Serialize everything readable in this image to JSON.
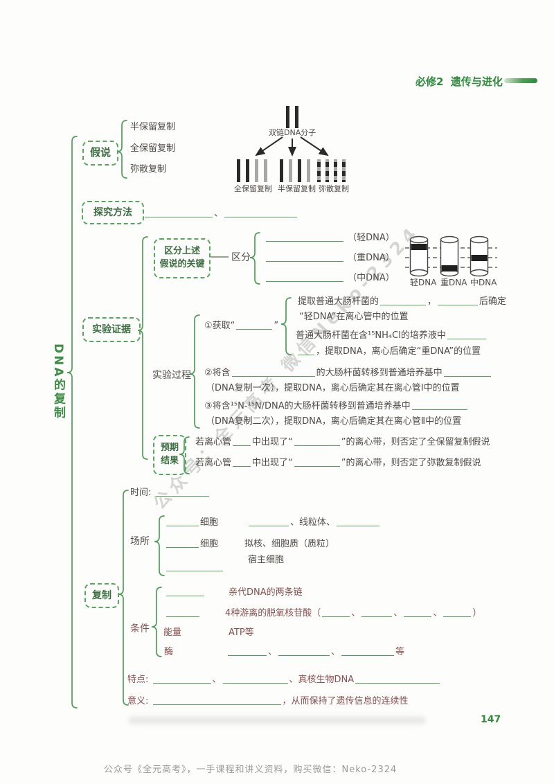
{
  "header": {
    "volume": "必修2",
    "subject": "遗传与进化"
  },
  "side_title": "DNA的复制",
  "top_diagram": {
    "parent_label": "双链DNA分子",
    "model_labels": [
      "全保留复制",
      "半保留复制",
      "弥散复制"
    ]
  },
  "hypothesis": {
    "box": "假说",
    "items": [
      "半保留复制",
      "全保留复制",
      "弥散复制"
    ]
  },
  "method": {
    "box": "探究方法",
    "sep": "、"
  },
  "evidence": {
    "box": "实验证据",
    "key_line1": "区分上述",
    "key_line2": "假说的关键",
    "distinguish": "区分",
    "types": [
      "（轻DNA）",
      "（重DNA）",
      "（中DNA）"
    ],
    "tube_labels": [
      "轻DNA",
      "重DNA",
      "中DNA"
    ],
    "process_label": "实验过程",
    "step1": {
      "head_a": "①获取“",
      "head_b": "”",
      "a1": "提取普通大肠杆菌的",
      "a2": "，",
      "a3": "后确定",
      "a4": "“轻DNA”在离心管中的位置",
      "b1": "普通大肠杆菌在含¹⁵NH₄Cl的培养液中",
      "b2": "，提取DNA，离心后确定“重DNA”的位置"
    },
    "step2": {
      "l1a": "②将含",
      "l1b": "的大肠杆菌转移到普通培养基中",
      "l2": "（DNA复制一次），提取DNA，离心后确定其在离心管Ⅰ中的位置"
    },
    "step3": {
      "l1a": "③将含¹⁵N-¹⁵N/DNA的大肠杆菌转移到普通培养基中",
      "l2": "（DNA复制二次），提取DNA，离心后确定其在离心管Ⅱ中的位置"
    },
    "expected": {
      "box_line1": "预期",
      "box_line2": "结果",
      "r1a": "若离心管",
      "r1b": "中出现了“",
      "r1c": "”的离心带，则否定了全保留复制假说",
      "r2a": "若离心管",
      "r2b": "中出现了“",
      "r2c": "”的离心带，则否定了弥散复制假说"
    }
  },
  "replication": {
    "box": "复制",
    "time_label": "时间:",
    "place": {
      "label": "场所",
      "r1_cell": "细胞",
      "r1_right_mid": "、线粒体、",
      "r2_cell": "细胞",
      "r2_right": "拟核、细胞质（质粒）",
      "r3_right": "宿主细胞"
    },
    "condition": {
      "label": "条件",
      "r1": "亲代DNA的两条链",
      "r2a": "4种游离的脱氧核苷酸（",
      "r2sep": "、",
      "r2b": "）",
      "r3_label": "能量",
      "r3_val": "ATP等",
      "r4_label": "酶",
      "r4sep": "、",
      "r4end": "等"
    },
    "features": {
      "label": "特点:",
      "sep1": "、",
      "sep2": "、真核生物DNA"
    },
    "significance": {
      "label": "意义:",
      "tail": "，从而保持了遗传信息的连续性"
    }
  },
  "footer": {
    "page_number": "147",
    "promo": "公众号《全元高考》，一手课程和讲义资料，购买微信：Neko-2324",
    "watermark": "公众号：全元高考 微信Neko-2324"
  },
  "colors": {
    "green": "#2f8c3c",
    "body_text": "#4f4a46",
    "maroon": "#8a5050"
  }
}
